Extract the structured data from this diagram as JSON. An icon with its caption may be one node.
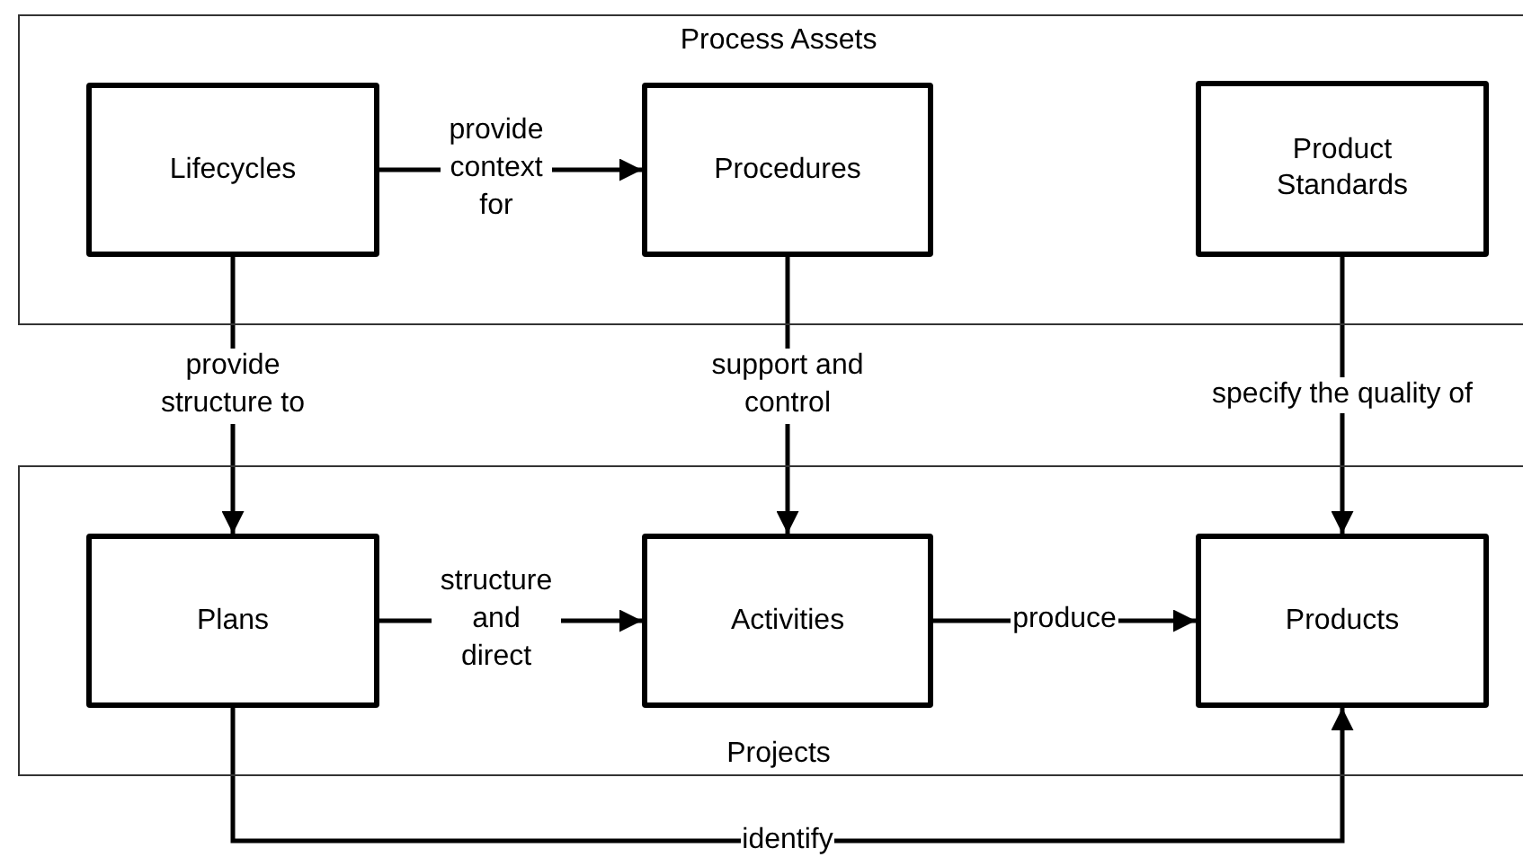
{
  "diagram": {
    "nodes": [
      {
        "text": [
          "Process Assets"
        ]
      },
      {
        "text": [
          "Lifecycles"
        ],
        "in": 0
      },
      {
        "text": [
          "Procedures"
        ],
        "in": 0
      },
      {
        "text": [
          "Product Standards"
        ],
        "in": 0
      },
      {
        "text": [
          "Projects"
        ]
      },
      {
        "text": [
          "Plans"
        ],
        "in": 4
      },
      {
        "text": [
          "Activities"
        ],
        "in": 4
      },
      {
        "text": [
          "Products"
        ],
        "in": 4
      }
    ],
    "edges": [
      {
        "from": 1,
        "to": 2,
        "arrow": "to",
        "label": "provide context for"
      },
      {
        "from": 1,
        "to": 5,
        "arrow": "to",
        "label": "provide structure to"
      },
      {
        "from": 2,
        "to": 6,
        "arrow": "to",
        "label": "support and control"
      },
      {
        "from": 3,
        "to": 7,
        "arrow": "to",
        "label": "specify the quality of"
      },
      {
        "from": 5,
        "to": 6,
        "arrow": "to",
        "label": "structure and direct"
      },
      {
        "from": 6,
        "to": 7,
        "arrow": "to",
        "label": "produce"
      },
      {
        "from": 5,
        "to": 7,
        "arrow": "to",
        "label": "identify"
      }
    ]
  }
}
